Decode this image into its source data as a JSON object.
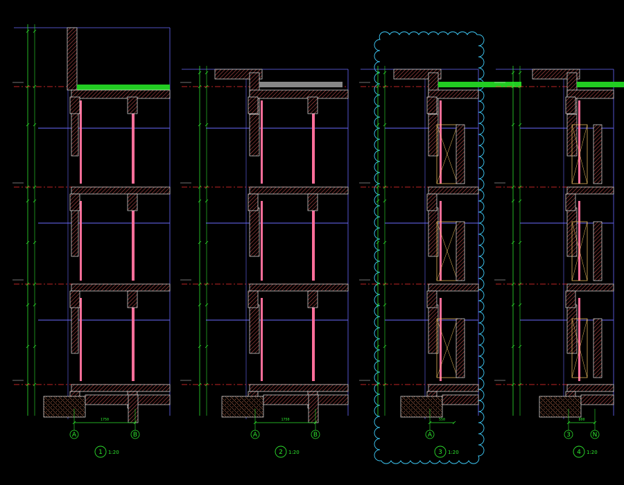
{
  "drawing": {
    "background": "#000000",
    "colors": {
      "wall_outline": "#e8e8e8",
      "wall_hatch": "#c0504d",
      "dimension": "#2ee62e",
      "grid_axis": "#6b6bff",
      "level_line": "#ff3030",
      "glass": "#ff6f9a",
      "green_roof": "#22cc22",
      "cloud": "#40d0ff"
    }
  },
  "sections": [
    {
      "id": "1",
      "number": "1",
      "scale": "1:20",
      "axis_left": "A",
      "axis_right": "B",
      "axis_span": "1750",
      "cloud": false
    },
    {
      "id": "2",
      "number": "2",
      "scale": "1:20",
      "axis_left": "A",
      "axis_right": "B",
      "axis_span": "1750",
      "cloud": false
    },
    {
      "id": "3",
      "number": "3",
      "scale": "1:20",
      "axis_left": "A",
      "axis_right": "",
      "axis_span": "550",
      "cloud": true
    },
    {
      "id": "4",
      "number": "4",
      "scale": "1:20",
      "axis_left": "3",
      "axis_right": "N",
      "axis_span": "800",
      "cloud": false
    }
  ]
}
